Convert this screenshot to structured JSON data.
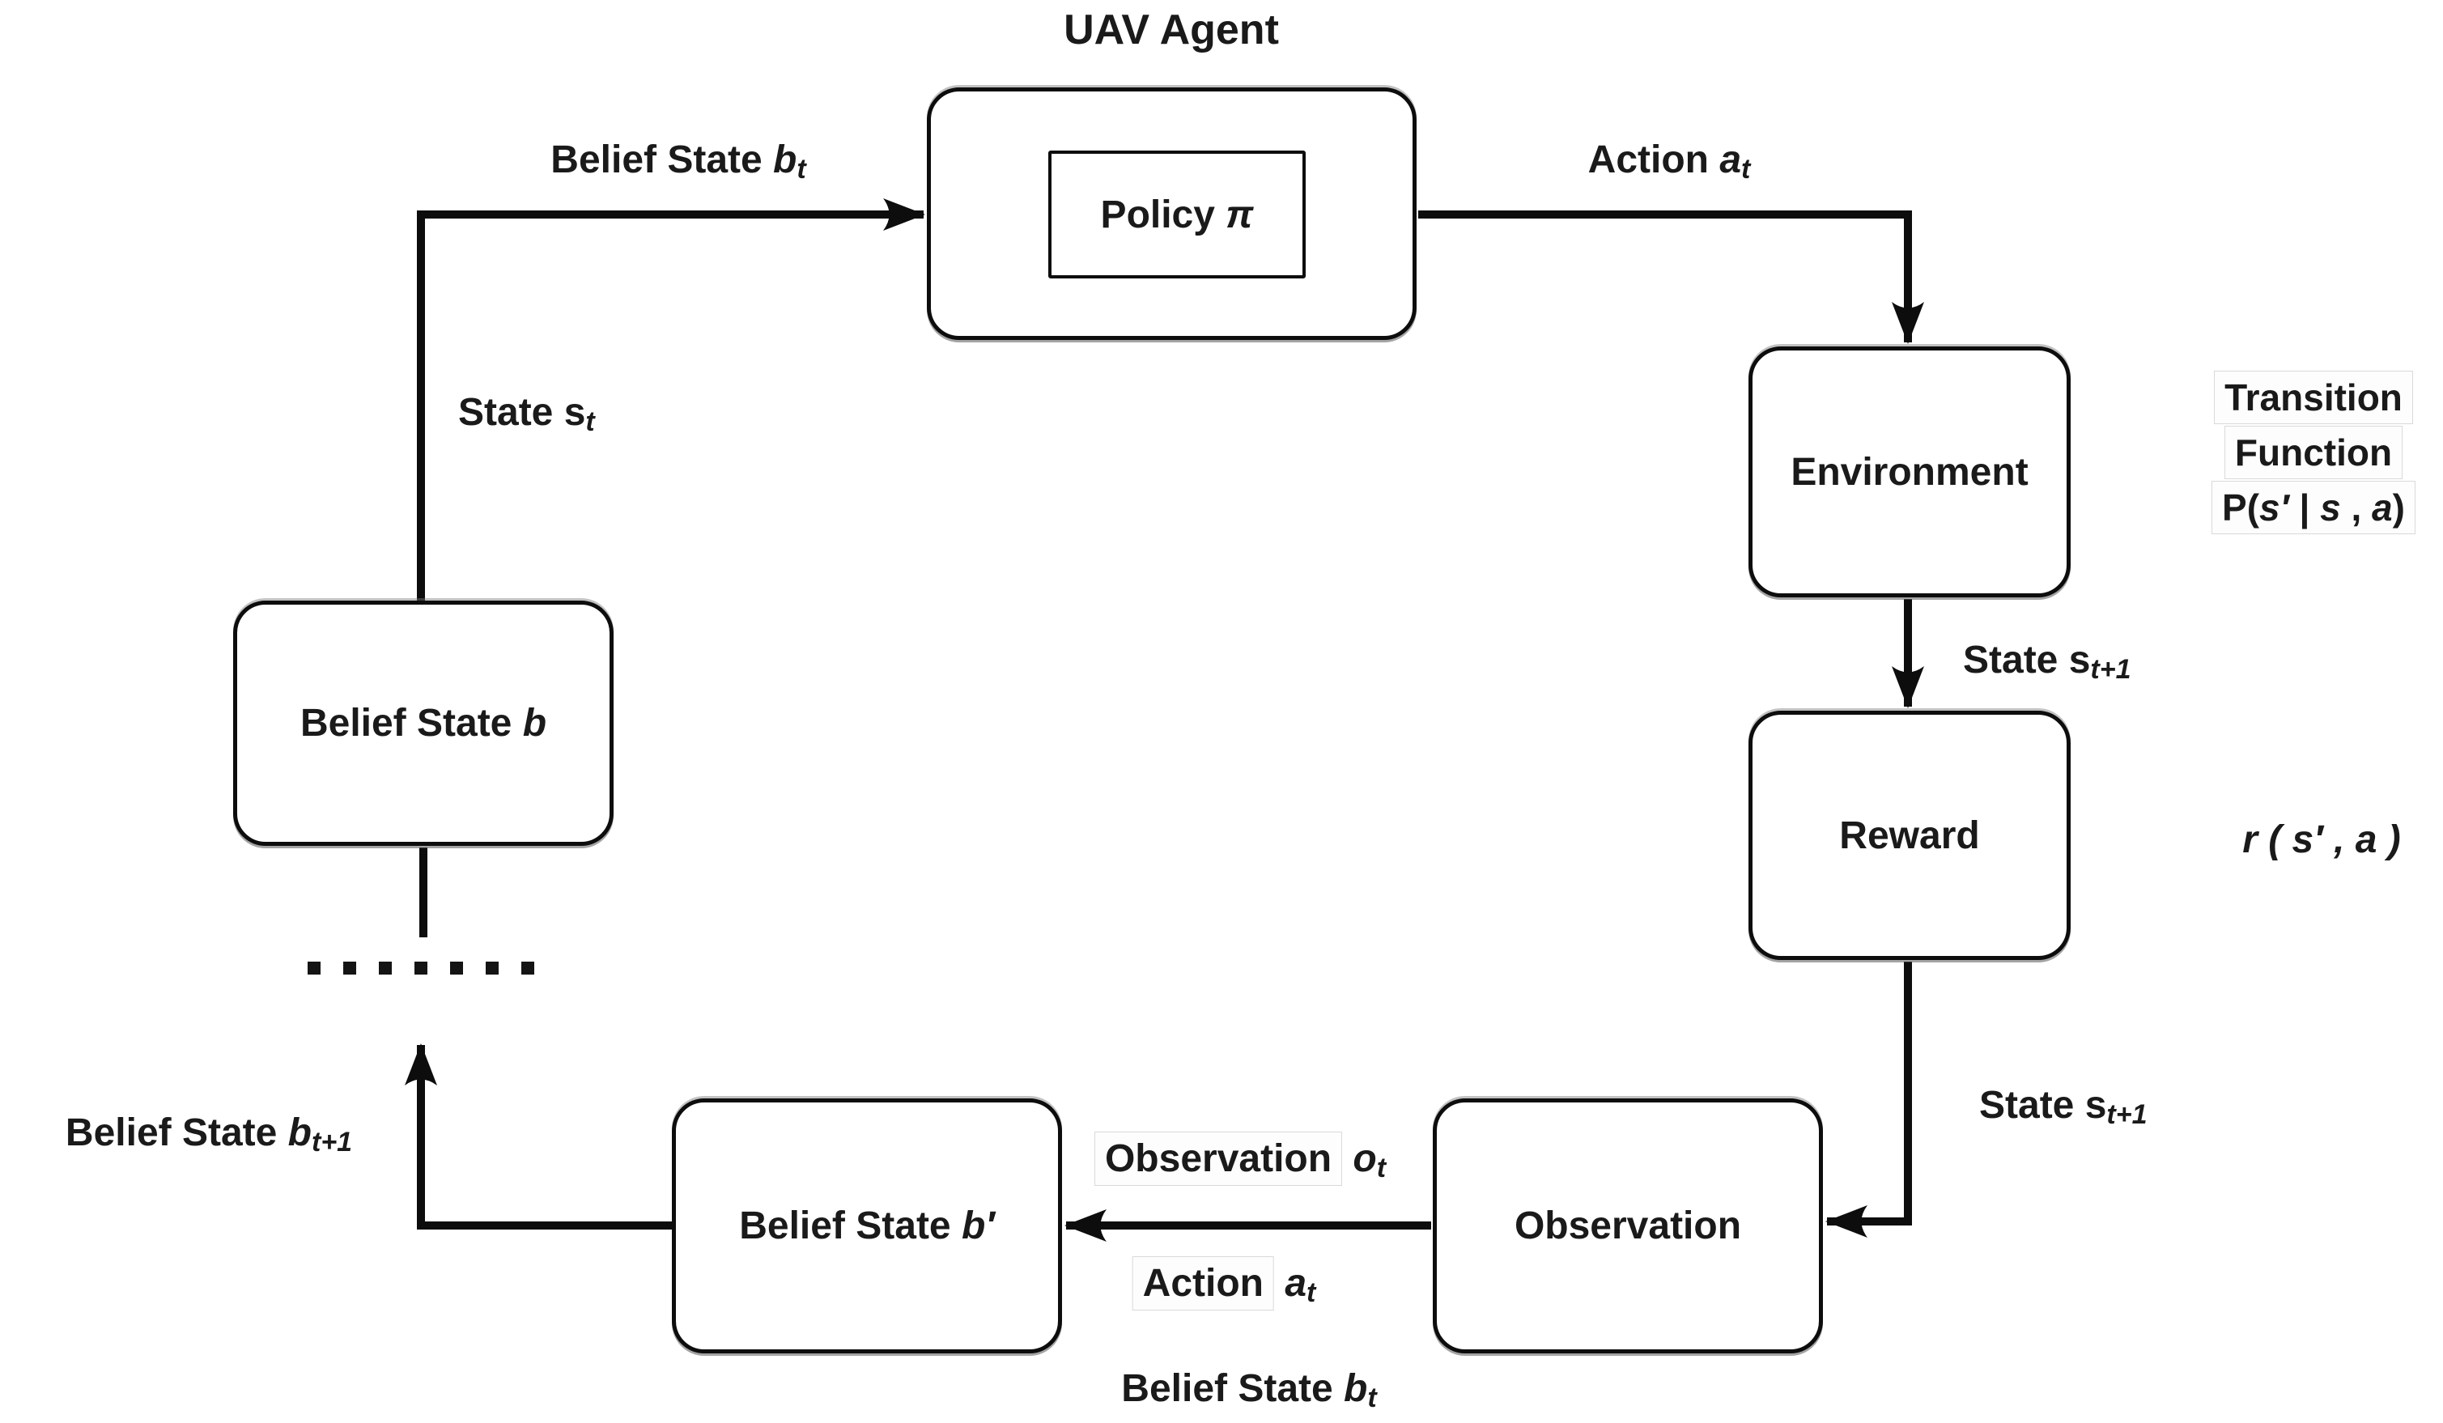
{
  "title": "UAV Agent",
  "boxes": {
    "policy": {
      "main": "Policy ",
      "var": "π"
    },
    "environment": {
      "label": "Environment"
    },
    "reward": {
      "label": "Reward"
    },
    "observation": {
      "label": "Observation"
    },
    "belief_prime": {
      "main": "Belief State ",
      "var": "b′"
    },
    "belief": {
      "main": "Belief State ",
      "var": "b"
    }
  },
  "edge_labels": {
    "belief_state_bt_top": {
      "main": "Belief State ",
      "var": "b",
      "sub": "t"
    },
    "action_at_top": {
      "main": "Action ",
      "var": "a",
      "sub": "t"
    },
    "state_st": {
      "main": "State s",
      "sub": "t"
    },
    "state_st1_upper": {
      "main": "State s",
      "sub": "t+1"
    },
    "state_st1_lower": {
      "main": "State s",
      "sub": "t+1"
    },
    "observation_ot": {
      "main": "Observation",
      "var": " o",
      "sub": "t"
    },
    "action_at_bottom": {
      "main": "Action",
      "var": " a",
      "sub": "t"
    },
    "belief_state_bt_bottom": {
      "main": "Belief State ",
      "var": "b",
      "sub": "t"
    },
    "belief_state_bt1": {
      "main": "Belief State ",
      "var": "b",
      "sub": "t+1"
    }
  },
  "annotations": {
    "transition_line1": "Transition",
    "transition_line2": "Function",
    "transition_formula": [
      "P(",
      "s′",
      " | ",
      "s",
      " , ",
      "a",
      ")"
    ],
    "reward_formula": "r ( s′ , a )"
  },
  "colors": {
    "line": "#0d0d0d",
    "text": "#1a1a1a",
    "highlight_bg": "#fdfdfd",
    "highlight_border": "#d9d9d9"
  }
}
